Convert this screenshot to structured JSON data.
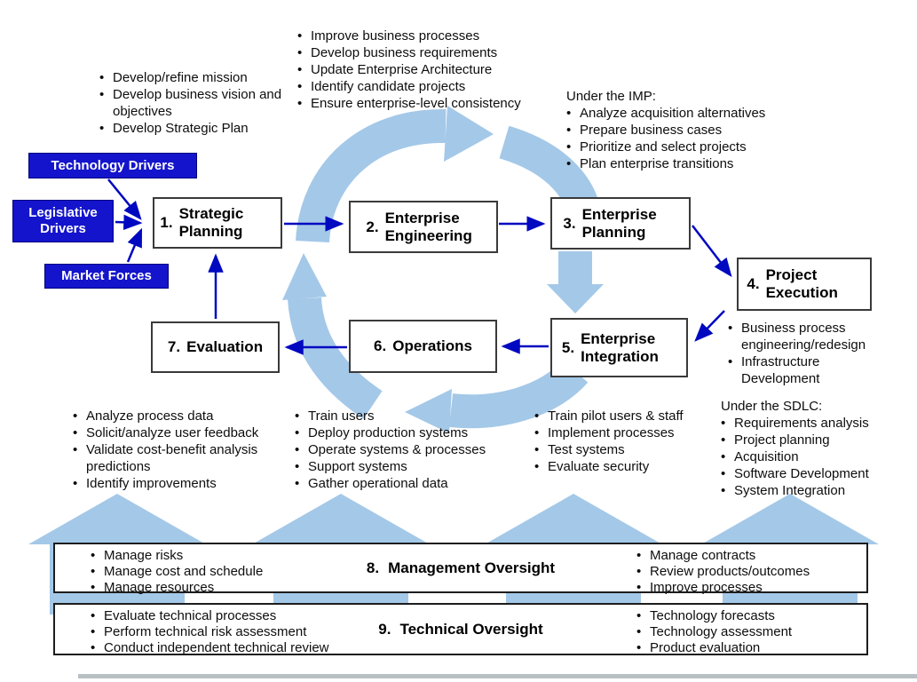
{
  "colors": {
    "driver_blue": "#1414cc",
    "flow_arrow_navy": "#0008c0",
    "cycle_arrow_light_blue": "#a4c8e8",
    "box_border": "#3a3a3a"
  },
  "drivers": {
    "technology": "Technology Drivers",
    "legislative": "Legislative Drivers",
    "market": "Market Forces"
  },
  "phases": [
    {
      "num": "1.",
      "name": "Strategic Planning"
    },
    {
      "num": "2.",
      "name": "Enterprise Engineering"
    },
    {
      "num": "3.",
      "name": "Enterprise Planning"
    },
    {
      "num": "4.",
      "name": "Project Execution"
    },
    {
      "num": "5.",
      "name": "Enterprise Integration"
    },
    {
      "num": "6.",
      "name": "Operations"
    },
    {
      "num": "7.",
      "name": "Evaluation"
    }
  ],
  "notes": {
    "strategic": {
      "items": [
        "Develop/refine mission",
        "Develop business vision and objectives",
        "Develop Strategic Plan"
      ]
    },
    "engineering": {
      "items": [
        "Improve business processes",
        "Develop business requirements",
        "Update Enterprise Architecture",
        "Identify candidate projects",
        "Ensure enterprise-level consistency"
      ]
    },
    "imp": {
      "heading": "Under the IMP:",
      "items": [
        "Analyze acquisition alternatives",
        "Prepare business cases",
        "Prioritize and select projects",
        "Plan enterprise transitions"
      ]
    },
    "execution": {
      "items": [
        "Business process engineering/redesign",
        "Infrastructure Development"
      ]
    },
    "sdlc": {
      "heading": "Under the SDLC:",
      "items": [
        "Requirements analysis",
        "Project planning",
        "Acquisition",
        "Software Development",
        "System Integration"
      ]
    },
    "evaluation": {
      "items": [
        "Analyze process data",
        "Solicit/analyze user feedback",
        "Validate cost-benefit analysis predictions",
        "Identify improvements"
      ]
    },
    "operations": {
      "items": [
        "Train users",
        "Deploy production systems",
        "Operate systems & processes",
        "Support systems",
        "Gather operational data"
      ]
    },
    "integration": {
      "items": [
        "Train pilot users & staff",
        "Implement processes",
        "Test systems",
        "Evaluate security"
      ]
    }
  },
  "oversight": [
    {
      "num": "8.",
      "name": "Management Oversight",
      "left": [
        "Manage risks",
        "Manage cost and schedule",
        "Manage resources"
      ],
      "right": [
        "Manage contracts",
        "Review products/outcomes",
        "Improve processes"
      ]
    },
    {
      "num": "9.",
      "name": "Technical Oversight",
      "left": [
        "Evaluate technical processes",
        "Perform technical risk assessment",
        "Conduct independent technical review"
      ],
      "right": [
        "Technology forecasts",
        "Technology assessment",
        "Product evaluation"
      ]
    }
  ]
}
